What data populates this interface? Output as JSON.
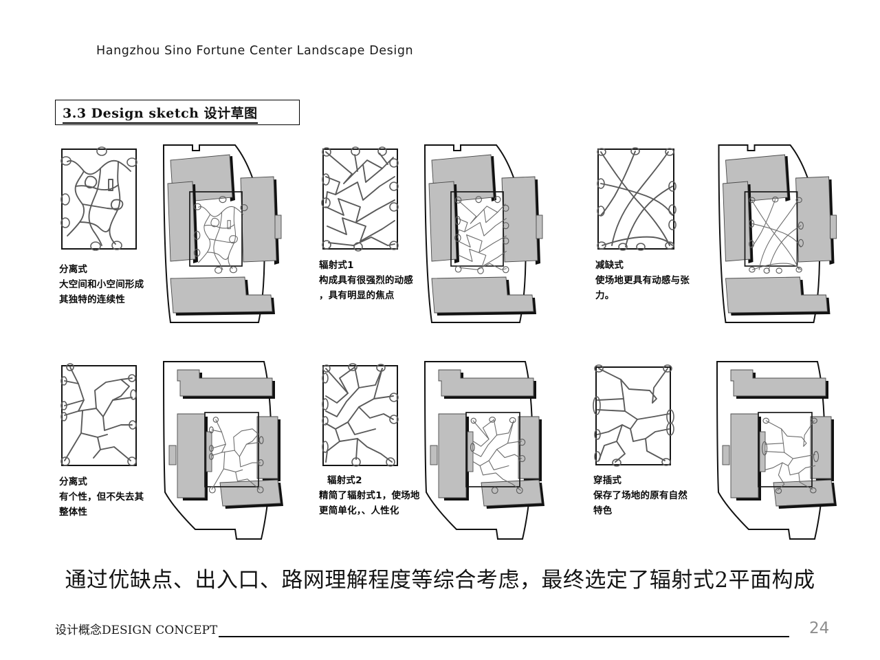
{
  "header": {
    "title": "Hangzhou Sino Fortune Center Landscape Design"
  },
  "section": {
    "title": "3.3 Design sketch 设计草图"
  },
  "blocks": [
    {
      "id": "separated-1",
      "sketch_name": "sketch-separated-organic",
      "plan_name": "site-plan-separated-organic",
      "caption": {
        "line1": "分离式",
        "line2": "大空间和小空间形成",
        "line3": "其独特的连续性"
      }
    },
    {
      "id": "radial-1",
      "sketch_name": "sketch-radial-1",
      "plan_name": "site-plan-radial-1",
      "caption": {
        "line1": "辐射式1",
        "line2": "构成具有很强烈的动感",
        "line3": "，具有明显的焦点"
      }
    },
    {
      "id": "reduced",
      "sketch_name": "sketch-reduced-curves",
      "plan_name": "site-plan-reduced-curves",
      "caption": {
        "line1": "减缺式",
        "line2": "使场地更具有动感与张",
        "line3": "力。"
      }
    },
    {
      "id": "separated-2",
      "sketch_name": "sketch-separated-angular",
      "plan_name": "site-plan-separated-angular",
      "caption": {
        "line1": "分离式",
        "line2": "有个性，但不失去其",
        "line3": "整体性"
      }
    },
    {
      "id": "radial-2",
      "sketch_name": "sketch-radial-2",
      "plan_name": "site-plan-radial-2",
      "caption": {
        "line1": "辐射式2",
        "line2": "精简了辐射式1，使场地",
        "line3": "更简单化，、人性化"
      }
    },
    {
      "id": "interlocking",
      "sketch_name": "sketch-interlocking",
      "plan_name": "site-plan-interlocking",
      "caption": {
        "line1": "穿插式",
        "line2": "保存了场地的原有自然",
        "line3": "特色"
      }
    }
  ],
  "conclusion": {
    "text": "通过优缺点、出入口、路网理解程度等综合考虑，最终选定了辐射式2平面构成"
  },
  "footer": {
    "label": "设计概念DESIGN CONCEPT",
    "page_number": "24"
  },
  "colors": {
    "ink": "#111111",
    "building_fill": "#bfbfbf",
    "building_shadow": "#111111",
    "sketch_line": "#5a5a5a",
    "page_number": "#8d8d8d"
  }
}
